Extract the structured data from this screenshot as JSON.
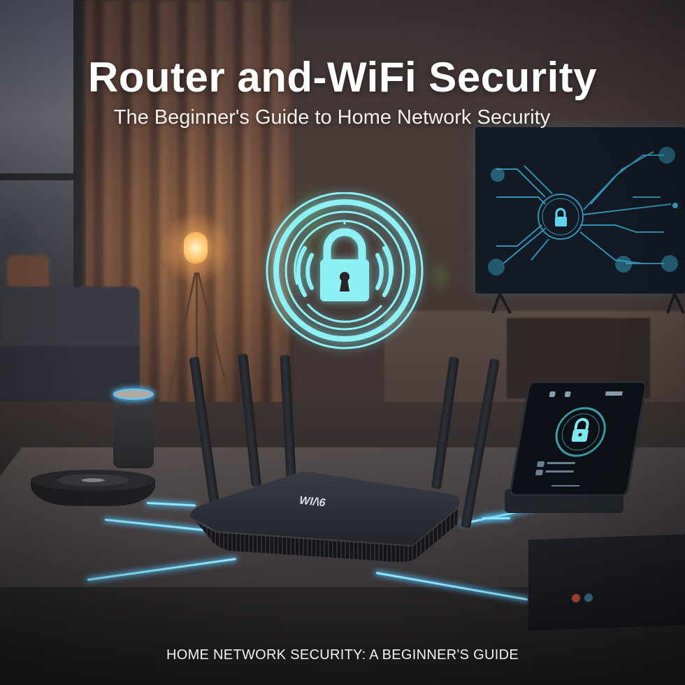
{
  "header": {
    "title": "Router and-WiFi Security",
    "subtitle": "The Beginner's Guide to Home Network Security"
  },
  "footer": {
    "caption": "HOME NETWORK SECURITY: A BEGINNER'S GUIDE"
  },
  "scene": {
    "router_label": "WI/\\6",
    "hologram_icon": "padlock-wifi-icon",
    "tv_icon": "circuit-lock-icon",
    "tablet_icon": "padlock-shield-icon",
    "devices": [
      "smart-speaker",
      "robot-vacuum",
      "wifi-router",
      "tablet",
      "tv",
      "set-top-box"
    ]
  },
  "colors": {
    "accent_glow": "#7fe9f0",
    "hologram": "#8ff0f4",
    "tv_circuit": "#3aa6c8",
    "title_text": "#ffffff",
    "lamp_glow": "#ffc26a"
  }
}
